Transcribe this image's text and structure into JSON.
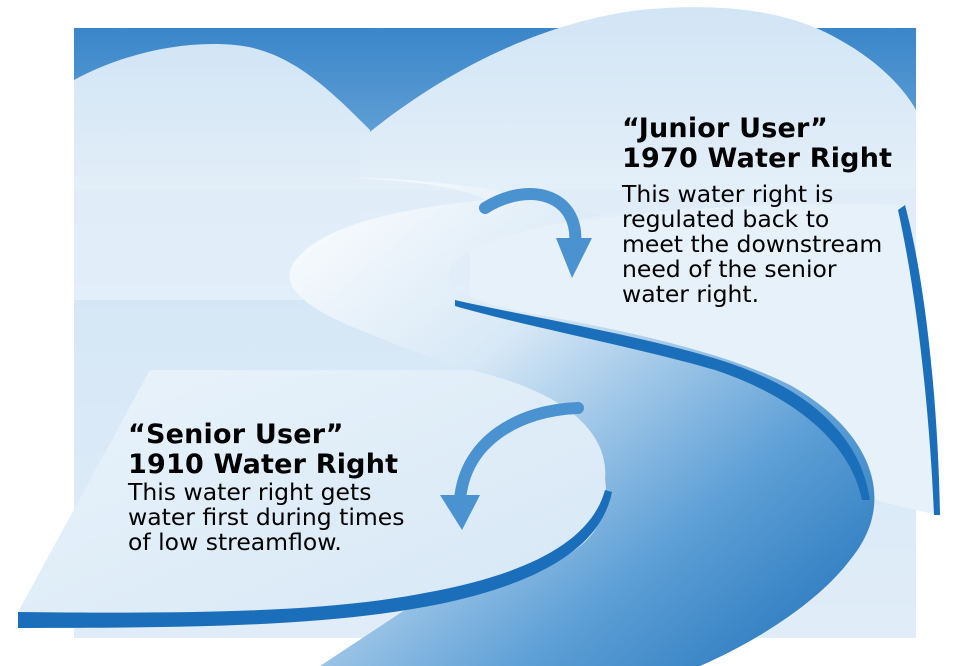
{
  "junior": {
    "title_line1": "“Junior User”",
    "title_line2": "1970 Water Right",
    "body_lines": [
      "This water right is",
      "regulated back to",
      "meet the downstream",
      "need of the senior",
      "water right."
    ]
  },
  "senior": {
    "title_line1": "“Senior User”",
    "title_line2": "1910 Water Right",
    "body_lines": [
      "This water right gets",
      "water first during times",
      "of low streamflow."
    ]
  },
  "colors": {
    "sky_top": "#3f8ccd",
    "sky_light": "#d9eaf7",
    "hill": "#e2eef9",
    "river_dark": "#1f74bf",
    "river_light": "#ffffff",
    "field": "#eaf3fb",
    "edge_stripe": "#1b6fba",
    "arrow": "#4a93d0"
  }
}
